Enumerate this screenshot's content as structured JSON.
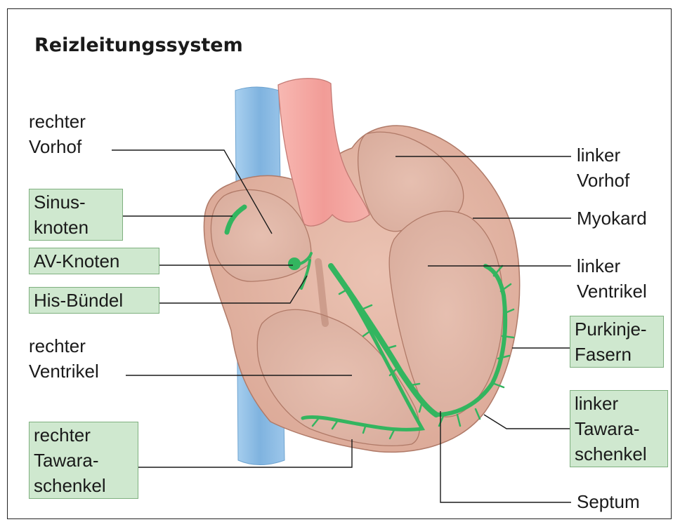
{
  "title": "Reizleitungssystem",
  "labels": {
    "rechter_vorhof": [
      "rechter",
      "Vorhof"
    ],
    "sinusknoten": [
      "Sinus-",
      "knoten"
    ],
    "av_knoten": "AV-Knoten",
    "his_buendel": "His-Bündel",
    "rechter_ventrikel": [
      "rechter",
      "Ventrikel"
    ],
    "rechter_tawaraschenkel": [
      "rechter",
      "Tawara-",
      "schenkel"
    ],
    "linker_vorhof": [
      "linker",
      "Vorhof"
    ],
    "myokard": "Myokard",
    "linker_ventrikel": [
      "linker",
      "Ventrikel"
    ],
    "purkinje_fasern": [
      "Purkinje-",
      "Fasern"
    ],
    "linker_tawaraschenkel": [
      "linker",
      "Tawara-",
      "schenkel"
    ],
    "septum": "Septum"
  },
  "colors": {
    "conduction_system": "#33b55f",
    "highlight_box": "#cfe8cf",
    "myocardium": "#e2b5a3",
    "aorta": "#f4a7a3",
    "vena_cava": "#8fc0e6"
  }
}
